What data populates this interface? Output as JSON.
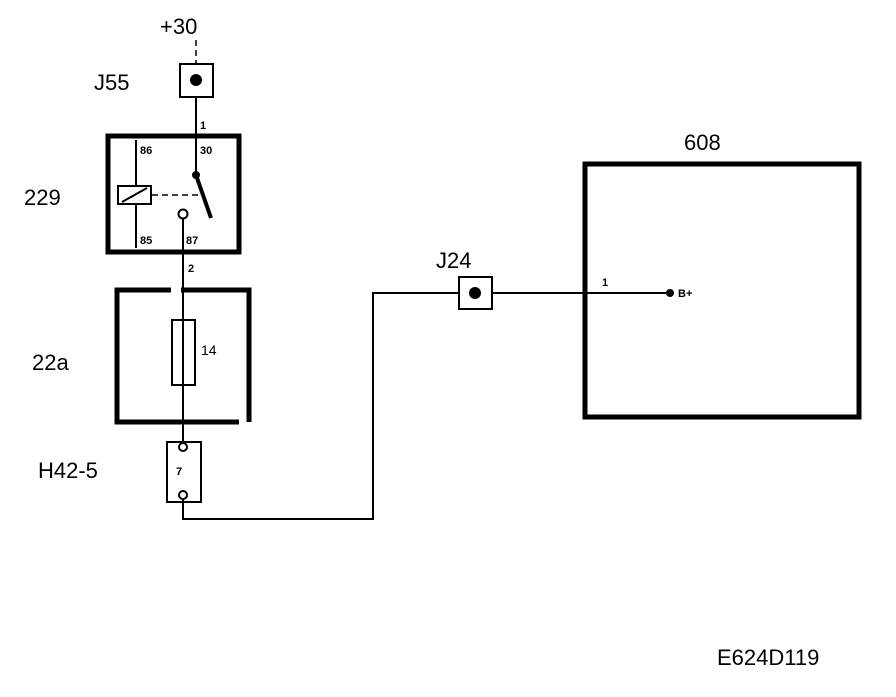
{
  "supply": {
    "label": "+30"
  },
  "connector_j55": {
    "label": "J55",
    "pin": "1"
  },
  "relay_229": {
    "label": "229",
    "pin_86": "86",
    "pin_30": "30",
    "pin_85": "85",
    "pin_87": "87",
    "out_pin": "2"
  },
  "fuse_box_22a": {
    "label": "22a",
    "fuse": "14"
  },
  "connector_h42": {
    "label": "H42-5",
    "pin": "7"
  },
  "connector_j24": {
    "label": "J24"
  },
  "module_608": {
    "label": "608",
    "pin": "1",
    "terminal": "B+"
  },
  "figure_code": "E624D119",
  "colors": {
    "line": "#000000",
    "background": "#ffffff"
  }
}
